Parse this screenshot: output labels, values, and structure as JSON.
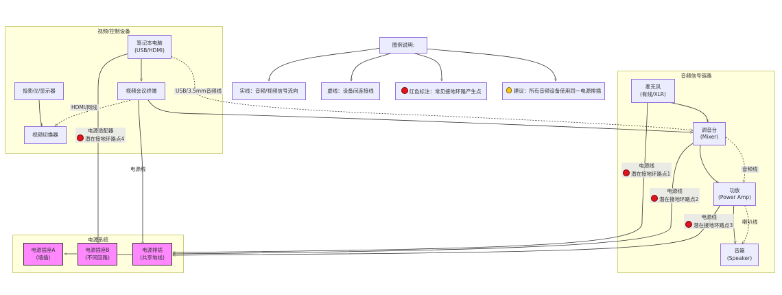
{
  "clusters": {
    "video": "视频/控制设备",
    "audio": "音频信号链路",
    "power": "电源系统"
  },
  "nodes": {
    "laptop": [
      "笔记本电脑",
      "(USB/HDMI)"
    ],
    "projector": "投影仪/显示器",
    "conf": "视频会议终端",
    "switcher": "视频切换器",
    "legend": "图例说明:",
    "solid": "实线：音频/视频信号流向",
    "dashed": "虚线：设备间连接线",
    "red": "红色标注：常见接地环路产生点",
    "tip": "建议：所有音频设备使用同一电源排插",
    "mic": [
      "麦克风",
      "(有线/XLR)"
    ],
    "mixer": [
      "调音台",
      "(Mixer)"
    ],
    "amp": [
      "功放",
      "(Power Amp)"
    ],
    "speaker": [
      "音箱",
      "(Speaker)"
    ],
    "socketA": [
      "电源插座A",
      "(墙插)"
    ],
    "socketB": [
      "电源插座B",
      "(不同回路)"
    ],
    "strip": [
      "电源排插",
      "(共享地线)"
    ]
  },
  "edge_labels": {
    "hdmi": "HDMI/网线",
    "usb": "USB/3.5mm音频线",
    "adapter": "电源适配器",
    "point4": "潜在接地环路点4",
    "powerline": "电源线",
    "powerline1": "电源线",
    "point1": "潜在接地环路点1",
    "powerline2": "电源线",
    "point2": "潜在接地环路点2",
    "powerline3": "电源线",
    "point3": "潜在接地环路点3",
    "audioline": "音频线",
    "speakerline": "喇叭线"
  },
  "colors": {
    "cluster_fill": "#ffffde",
    "cluster_border": "#cdcd7c",
    "node_fill": "#ececff",
    "node_border": "#9370db",
    "power_fill": "#ff88ff",
    "ground_point": "#e0141e"
  },
  "icons": {
    "ground_point": "red-circle-icon",
    "tip": "lightbulb-icon"
  }
}
